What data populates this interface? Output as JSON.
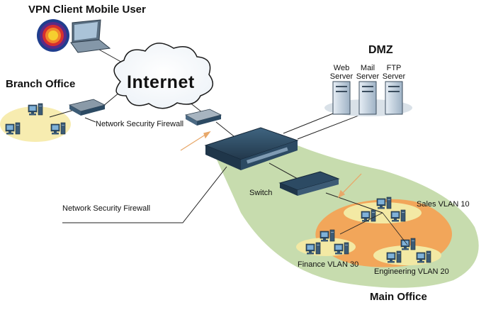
{
  "labels": {
    "vpn_client": "VPN Client Mobile User",
    "branch_office": "Branch Office",
    "internet": "Internet",
    "dmz": "DMZ",
    "web_server": "Web\nServer",
    "mail_server": "Mail\nServer",
    "ftp_server": "FTP\nServer",
    "branch_firewall": "Network Security Firewall",
    "main_firewall": "Network Security Firewall",
    "switch": "Switch",
    "sales_vlan": "Sales VLAN 10",
    "finance_vlan": "Finance VLAN 30",
    "engineering_vlan": "Engineering VLAN 20",
    "main_office": "Main Office"
  },
  "colors": {
    "main_office_zone": "#c7dcae",
    "vlan_zone": "#f2a65a",
    "branch_zone": "#f7ecb0",
    "pc_zone": "#f3e9a4",
    "arrow": "#e8a86a",
    "device": "#2c4a63",
    "server": "#b8c8d8"
  }
}
